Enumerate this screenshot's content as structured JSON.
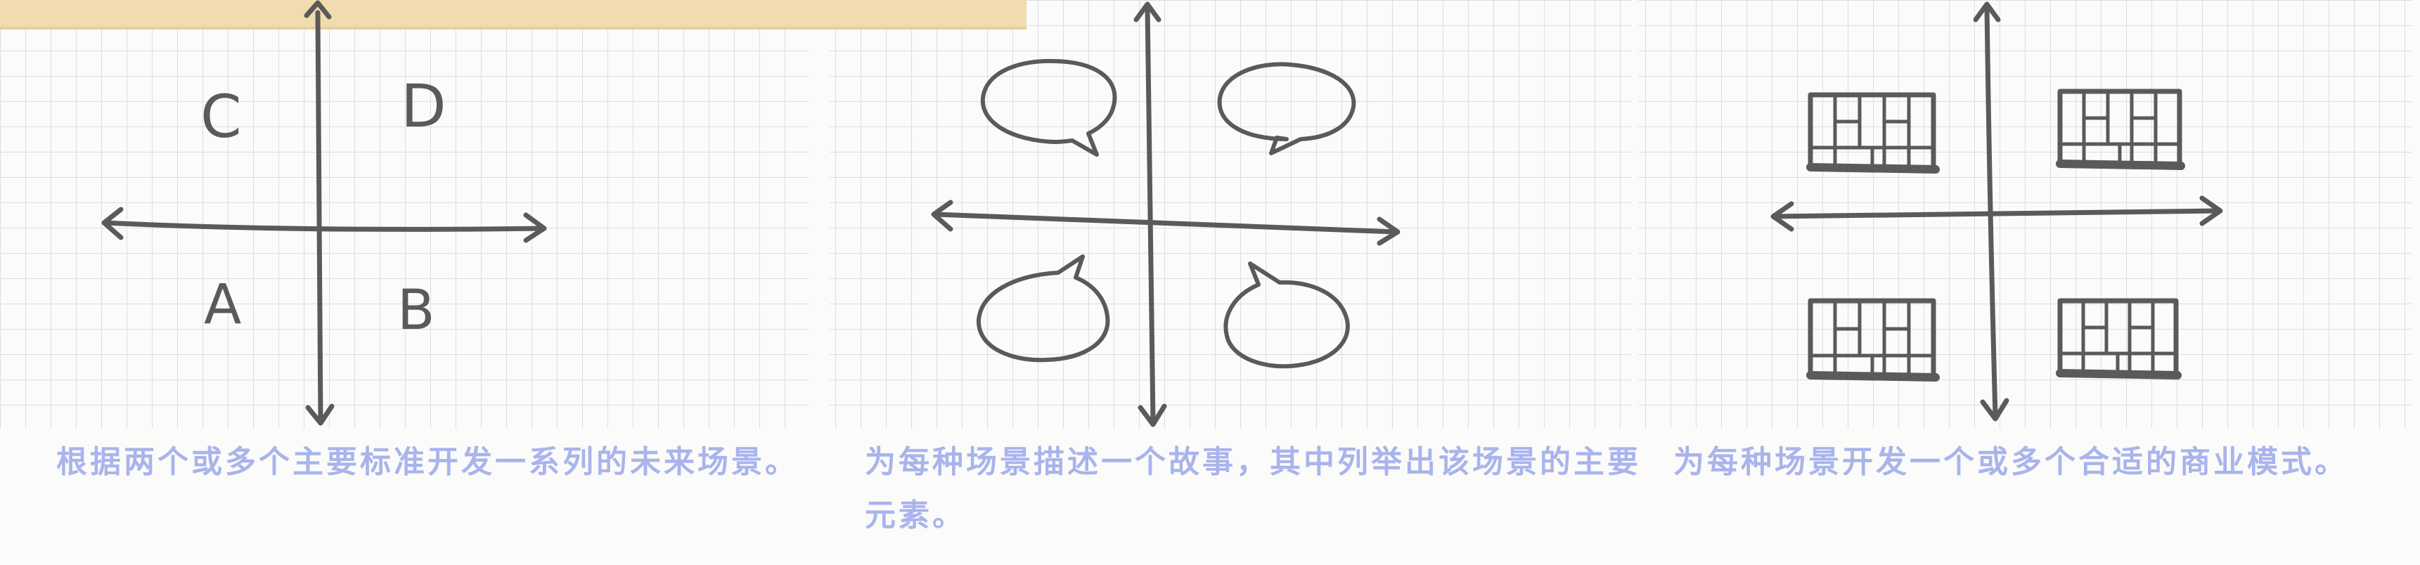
{
  "panels": [
    {
      "quadrant_labels": {
        "top_left": "C",
        "top_right": "D",
        "bottom_left": "A",
        "bottom_right": "B"
      },
      "caption": "根据两个或多个主要标准开发一系列的未来场景。"
    },
    {
      "quadrant_icons": [
        "speech-bubble-icon",
        "speech-bubble-icon",
        "speech-bubble-icon",
        "speech-bubble-icon"
      ],
      "caption": "为每种场景描述一个故事，其中列举出该场景的主要元素。"
    },
    {
      "quadrant_icons": [
        "business-model-grid-icon",
        "business-model-grid-icon",
        "business-model-grid-icon",
        "business-model-grid-icon"
      ],
      "caption": "为每种场景开发一个或多个合适的商业模式。"
    }
  ],
  "colors": {
    "paper": "#fbfbfa",
    "grid": "#d9dde6",
    "ink": "#5a5a5a",
    "caption": "#a9b4ec",
    "tape": "#f0dcae"
  }
}
